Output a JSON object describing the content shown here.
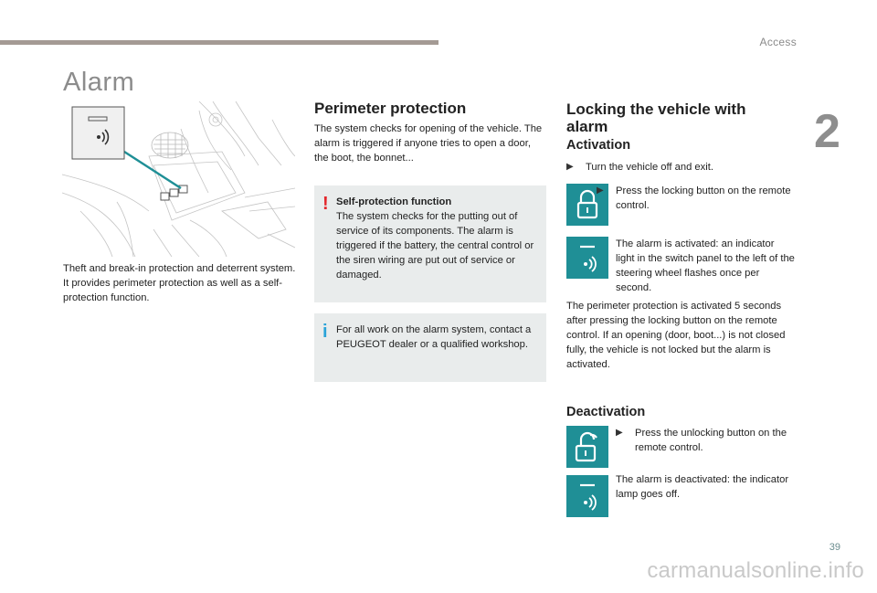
{
  "header": {
    "running_head": "Access",
    "chapter": "2"
  },
  "page_title": "Alarm",
  "col1": {
    "description": "Theft and break-in protection and deterrent system. It provides perimeter protection as well as a self-protection function."
  },
  "perimeter": {
    "heading": "Perimeter protection",
    "text": "The system checks for opening of the vehicle. The alarm is triggered if anyone tries to open a door, the boot, the bonnet...",
    "warning": {
      "mark": "!",
      "title": "Self-protection function",
      "text": "The system checks for the putting out of service of its components. The alarm is triggered if the battery, the central control or the siren wiring are put out of service or damaged."
    },
    "info": {
      "mark": "i",
      "text": "For all work on the alarm system, contact a PEUGEOT dealer or a qualified workshop."
    }
  },
  "locking": {
    "heading": "Locking the vehicle with alarm",
    "activation": {
      "heading": "Activation",
      "step1": "Turn the vehicle off and exit.",
      "step2": "Press the locking button on the remote control.",
      "indicator_text": "The alarm is activated: an indicator light in the switch panel to the left of the steering wheel flashes once per second.",
      "notes": "The perimeter protection is activated 5 seconds after pressing the locking button on the remote control. If an opening (door, boot...) is not closed fully, the vehicle is not locked but the alarm is activated."
    },
    "deactivation": {
      "heading": "Deactivation",
      "step1": "Press the unlocking button on the remote control.",
      "indicator_text": "The alarm is deactivated: the indicator lamp goes off."
    }
  },
  "bullet_glyph": "▶",
  "colors": {
    "accent_teal": "#1f8f96",
    "warning_red": "#e3262b",
    "info_blue": "#2aa3d8",
    "note_bg": "#e9ecec"
  },
  "footer": {
    "page_number": "39",
    "watermark": "carmanualsonline.info"
  }
}
